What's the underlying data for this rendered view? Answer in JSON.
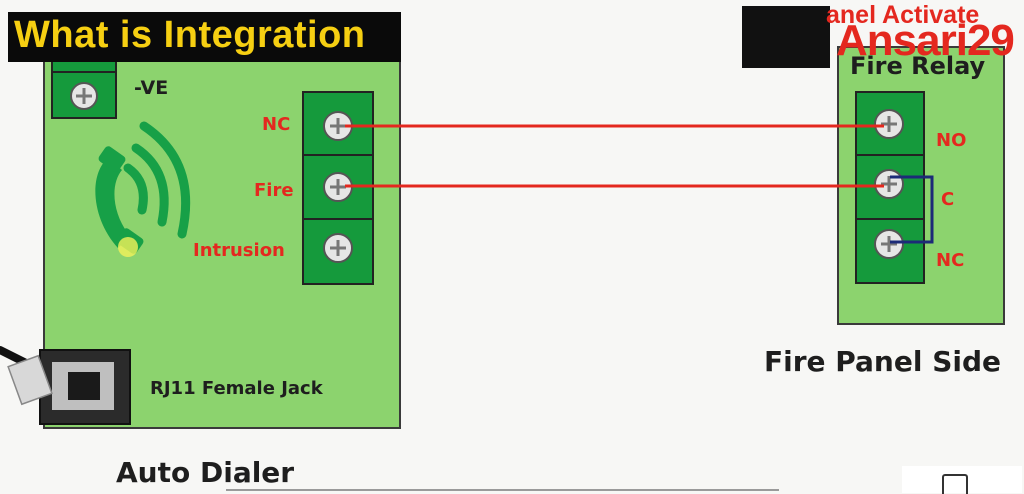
{
  "title": "What is Integration",
  "watermark": {
    "top": "anel Activate",
    "handle": "Ansari29"
  },
  "auto_dialer": {
    "title": "Auto Dialer",
    "ve_label": "-VE",
    "terminals": [
      "NC",
      "Fire",
      "Intrusion"
    ],
    "jack_label": "RJ11 Female Jack"
  },
  "fire_relay": {
    "title": "Fire Relay",
    "terminals": [
      "NO",
      "C",
      "NC"
    ],
    "side_label": "Fire Panel Side"
  },
  "colors": {
    "board_green": "#8cd36e",
    "terminal_green": "#159a3c",
    "wire_red": "#e4281f",
    "jumper_blue": "#1c2a78",
    "title_yellow": "#f6cf12"
  },
  "icons": [
    "phone-signal-icon",
    "rj11-jack-icon",
    "screw-terminal-icon"
  ]
}
